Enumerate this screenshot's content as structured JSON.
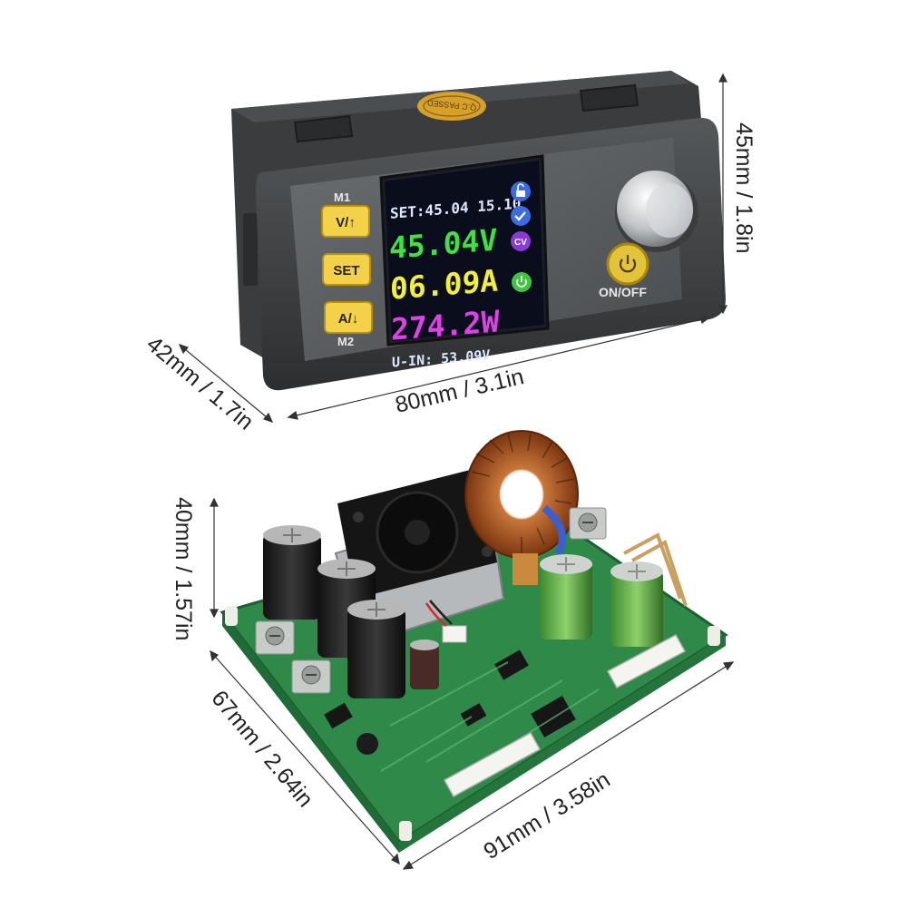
{
  "dimensions": {
    "height_module": "45mm / 1.8in",
    "width_module": "80mm / 3.1in",
    "depth_module": "42mm / 1.7in",
    "height_board": "40mm / 1.57in",
    "depth_board": "67mm / 2.64in",
    "width_board": "91mm / 3.58in"
  },
  "panel": {
    "qc_sticker": "Q.C PASSED",
    "m1_label": "M1",
    "m2_label": "M2",
    "btn_voltage": "V/↑",
    "btn_set": "SET",
    "btn_current": "A/↓",
    "power_label": "ON/OFF"
  },
  "lcd": {
    "set_line": "SET:45.04 15.10",
    "voltage": "45.04V",
    "current": "06.09A",
    "power": "274.2W",
    "input_line": "U-IN: 53.09V",
    "cv_badge": "CV"
  },
  "colors": {
    "voltage": "#3fe03f",
    "current": "#f2ee3a",
    "power": "#e040e8",
    "lcd_text": "#dde8ff",
    "button": "#f3d24a",
    "pcb": "#2f8a4a"
  }
}
